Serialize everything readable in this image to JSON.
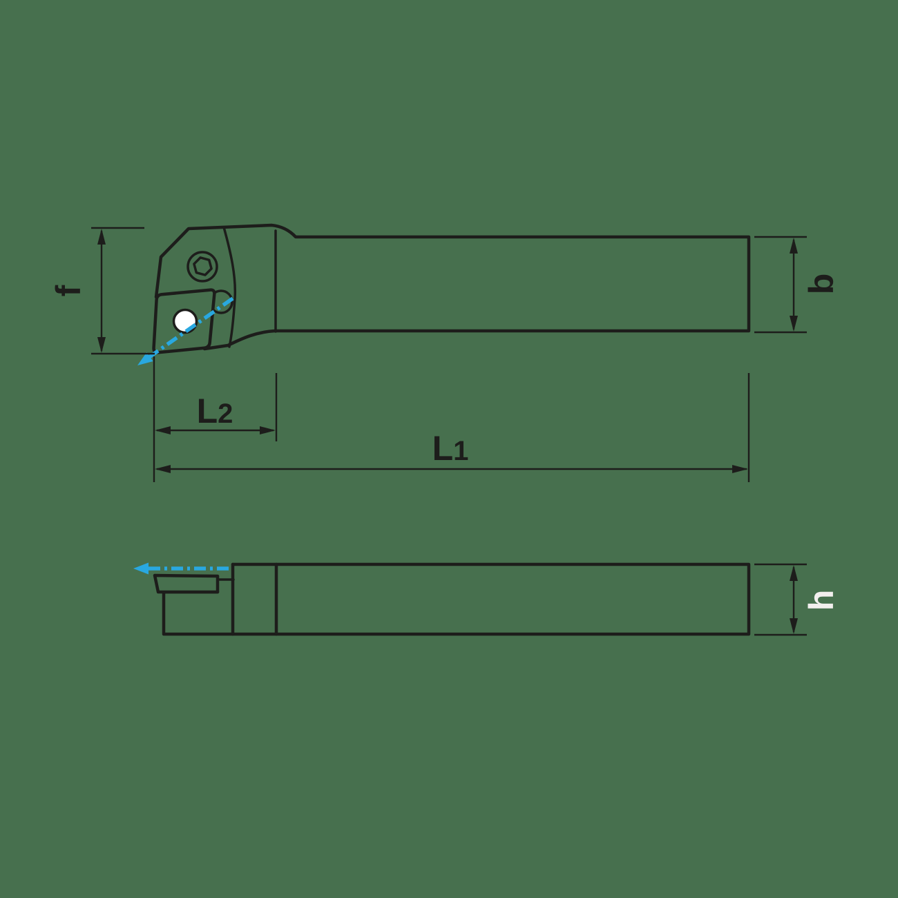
{
  "drawing": {
    "description": "External turning tool holder with indexable insert, two orthographic projection views with dimension callouts",
    "colors": {
      "background": "#47704e",
      "line": "#1d1d1b",
      "accent_blue": "#29a8e0",
      "label_light": "#f2efee",
      "insert_hole": "#ffffff"
    },
    "labels": {
      "f": "f",
      "b": "b",
      "h": "h",
      "L1_prefix": "L",
      "L1_digit": "1",
      "L2_prefix": "L",
      "L2_digit": "2"
    },
    "icons": {
      "top_feed_arrow": "blue dash-dot arrow pointing lower-left through insert tip",
      "side_feed_arrow": "blue dash-dot arrow pointing left along insert plane"
    }
  }
}
